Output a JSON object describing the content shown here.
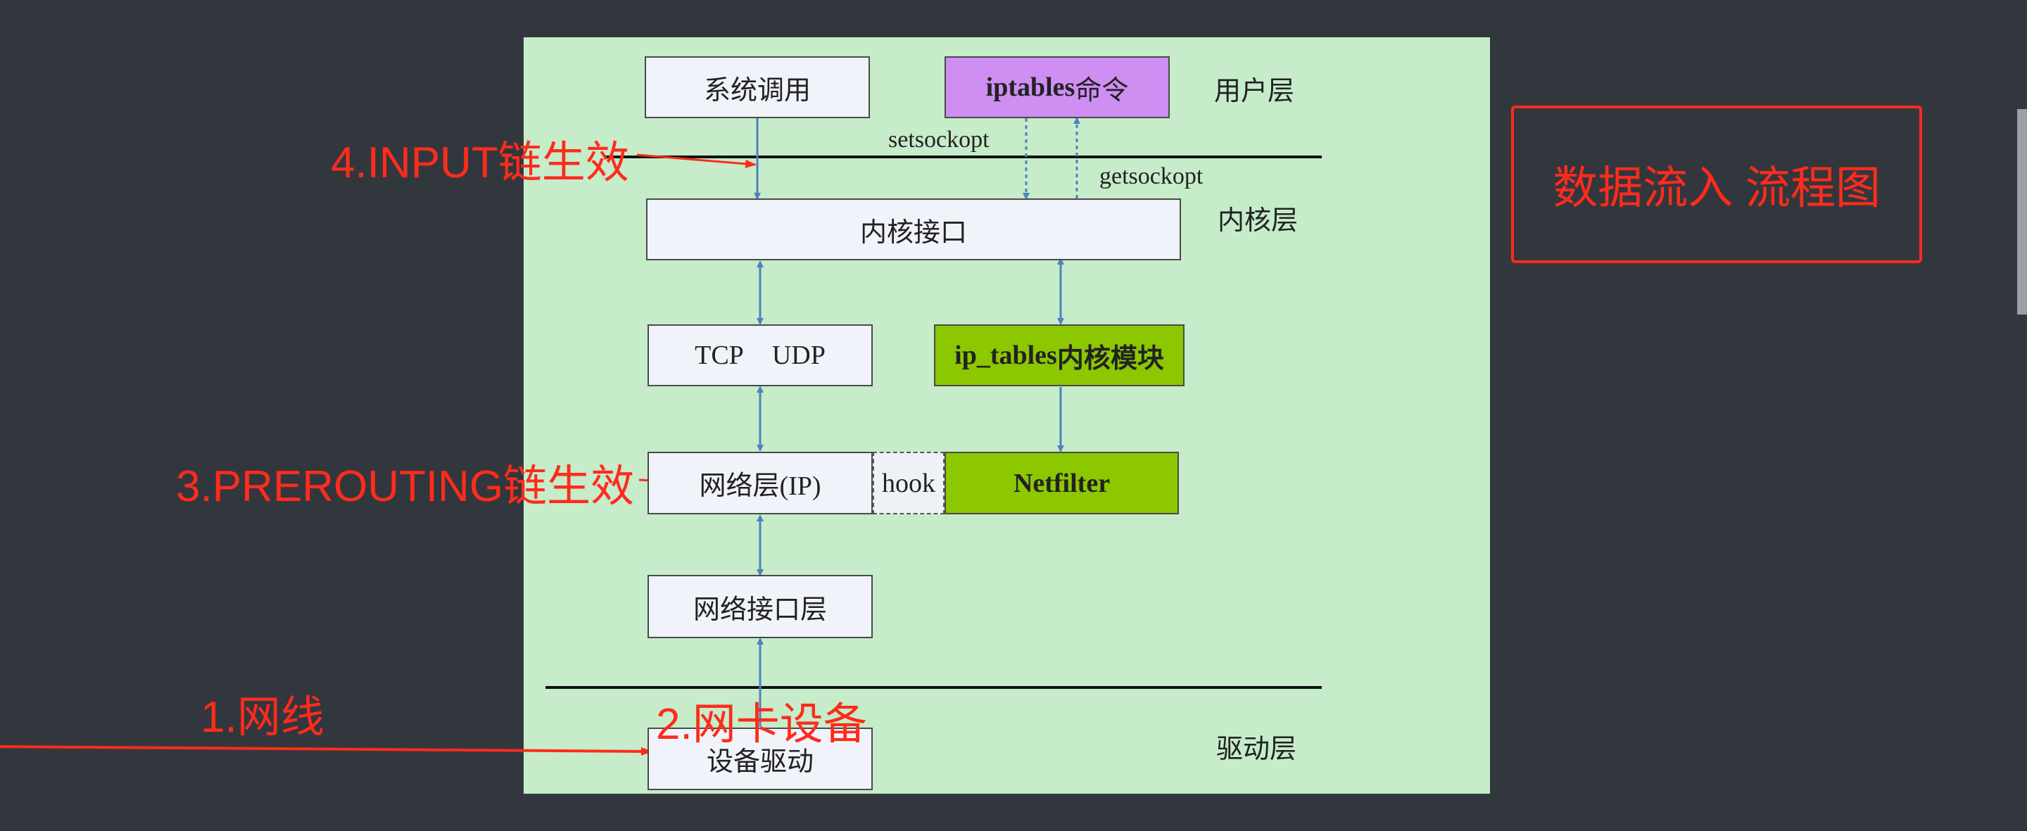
{
  "diagram": {
    "boxes": {
      "syscall": "系统调用",
      "iptables_cmd_bold": "iptables",
      "iptables_cmd_rest": "命令",
      "kernel_iface": "内核接口",
      "tcp": "TCP",
      "udp": "UDP",
      "ip_tables_bold": "ip_tables",
      "ip_tables_rest": "内核模块",
      "network_layer": "网络层(IP)",
      "hook": "hook",
      "netfilter": "Netfilter",
      "net_iface_layer": "网络接口层",
      "device_driver": "设备驱动"
    },
    "layers": {
      "user": "用户层",
      "kernel": "内核层",
      "driver": "驱动层"
    },
    "edge_labels": {
      "setsockopt": "setsockopt",
      "getsockopt": "getsockopt"
    }
  },
  "annotations": {
    "step1": "1.网线",
    "step2": "2.网卡设备",
    "step3": "3.PREROUTING链生效",
    "step4": "4.INPUT链生效",
    "title": "数据流入 流程图",
    "color": "#ff2b1c"
  },
  "colors": {
    "panel": "#c6ecca",
    "box": "#f1f3fb",
    "purple": "#cf8ef2",
    "green": "#8cc700",
    "arrow": "#4f81bd"
  }
}
